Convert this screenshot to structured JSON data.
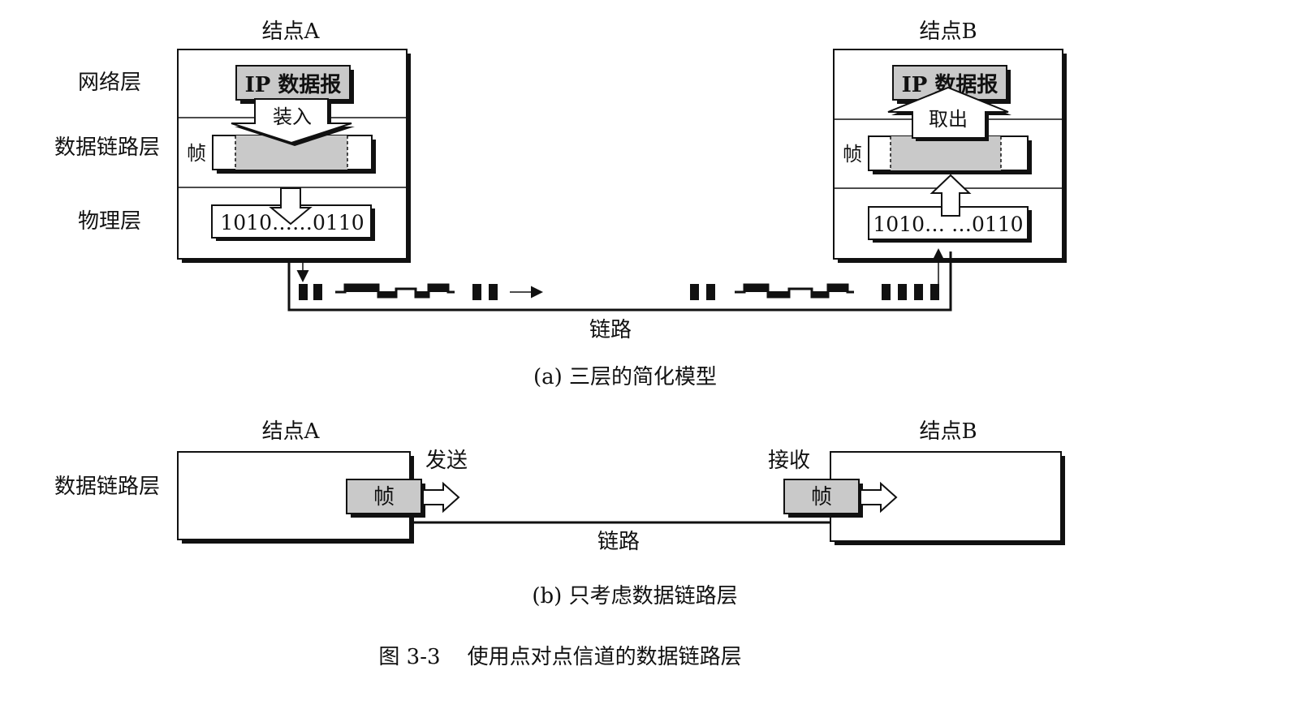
{
  "part_a": {
    "node_a_label": "结点A",
    "node_b_label": "结点B",
    "layers": {
      "network": "网络层",
      "datalink": "数据链路层",
      "physical": "物理层"
    },
    "ip_datagram": "IP 数据报",
    "encapsulate": "装入",
    "extract": "取出",
    "frame": "帧",
    "bits_a": "1010……0110",
    "bits_b": "1010… …0110",
    "link": "链路",
    "caption": "(a) 三层的简化模型"
  },
  "part_b": {
    "node_a_label": "结点A",
    "node_b_label": "结点B",
    "datalink_layer": "数据链路层",
    "send": "发送",
    "receive": "接收",
    "frame_a": "帧",
    "frame_b": "帧",
    "link": "链路",
    "caption": "(b) 只考虑数据链路层"
  },
  "figure_caption": "图 3-3    使用点对点信道的数据链路层"
}
